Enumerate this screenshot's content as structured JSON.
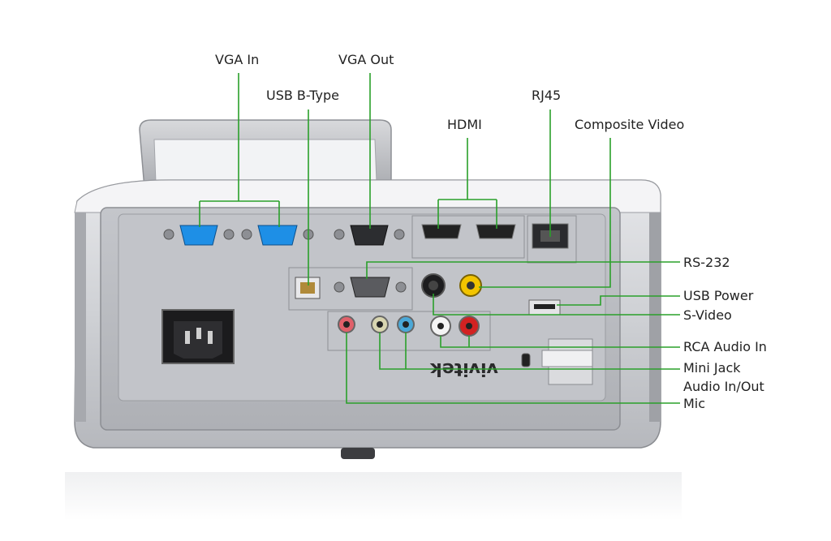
{
  "labels": {
    "vga_in": "VGA In",
    "vga_out": "VGA Out",
    "usb_b": "USB B-Type",
    "rj45": "RJ45",
    "hdmi": "HDMI",
    "composite": "Composite Video",
    "rs232": "RS-232",
    "usb_power": "USB Power",
    "svideo": "S-Video",
    "rca_audio": "RCA Audio In",
    "minijack_line1": "Mini Jack",
    "minijack_line2": "Audio In/Out",
    "mic": "Mic"
  },
  "brand": "vivitek",
  "colors": {
    "leader_line": "#2aa02a",
    "vga_in_port": "#1e8fe6",
    "body": "#c9cbd0",
    "panel": "#b8babf",
    "composite_jack": "#f2c400",
    "rca_red": "#d22222",
    "rca_white": "#f4f4f4",
    "mic_jack": "#e0606a",
    "minijack_green": "#b0b070",
    "minijack_blue": "#4aa8d8"
  }
}
